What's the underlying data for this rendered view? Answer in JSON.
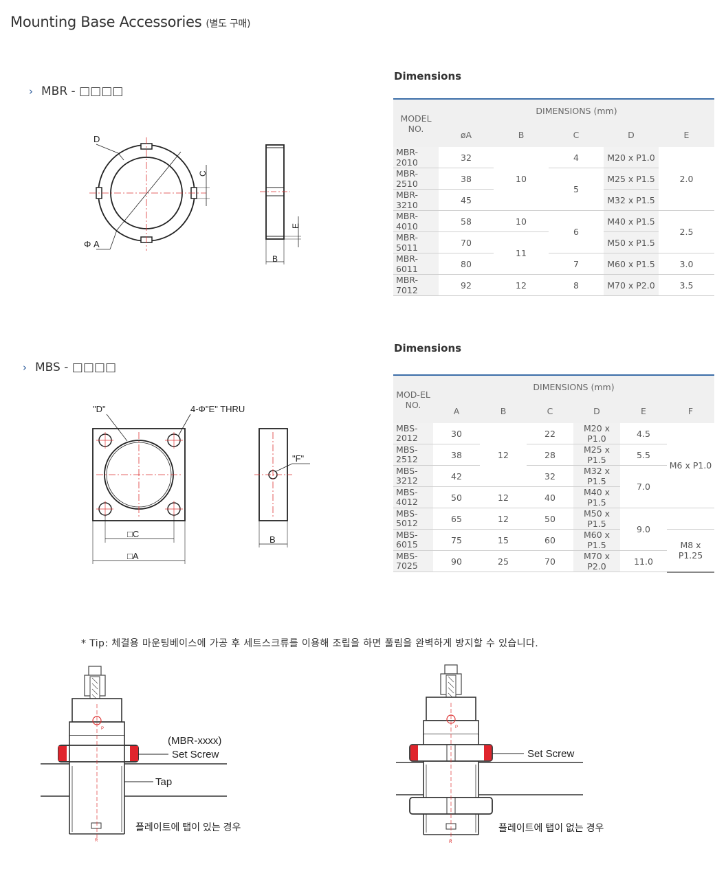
{
  "header": {
    "title": "Mounting Base Accessories",
    "subtitle": "(별도 구매)"
  },
  "mbr": {
    "heading": "MBR - □□□□",
    "dim_label": "Dimensions",
    "drawing": {
      "label_d": "D",
      "label_phi_a": "Φ A",
      "label_c": "C",
      "label_e": "E",
      "label_b": "B"
    },
    "table": {
      "model_header": "MODEL NO.",
      "dims_header": "DIMENSIONS (mm)",
      "columns": [
        "øA",
        "B",
        "C",
        "D",
        "E"
      ],
      "rows": [
        {
          "model": "MBR-2010",
          "a": "32",
          "d": "M20 x P1.0"
        },
        {
          "model": "MBR-2510",
          "a": "38",
          "d": "M25 x P1.5"
        },
        {
          "model": "MBR-3210",
          "a": "45",
          "d": "M32 x P1.5"
        },
        {
          "model": "MBR-4010",
          "a": "58",
          "d": "M40 x P1.5"
        },
        {
          "model": "MBR-5011",
          "a": "70",
          "d": "M50 x P1.5"
        },
        {
          "model": "MBR-6011",
          "a": "80",
          "d": "M60 x P1.5"
        },
        {
          "model": "MBR-7012",
          "a": "92",
          "d": "M70 x P2.0"
        }
      ],
      "b_values": [
        "10",
        "11",
        "12"
      ],
      "c_values": [
        "4",
        "5",
        "6",
        "7",
        "8"
      ],
      "e_values": [
        "2.0",
        "2.5",
        "3.0",
        "3.5"
      ]
    }
  },
  "mbs": {
    "heading": "MBS - □□□□",
    "dim_label": "Dimensions",
    "drawing": {
      "label_d": "\"D\"",
      "label_thru": "4-Φ\"E\" THRU",
      "label_f": "\"F\"",
      "label_c": "□C",
      "label_a": "□A",
      "label_b": "B"
    },
    "table": {
      "model_header": "MOD-EL NO.",
      "dims_header": "DIMENSIONS (mm)",
      "columns": [
        "A",
        "B",
        "C",
        "D",
        "E",
        "F"
      ],
      "rows": [
        {
          "model": "MBS-2012",
          "a": "30",
          "c": "22",
          "d": "M20 x P1.0"
        },
        {
          "model": "MBS-2512",
          "a": "38",
          "c": "28",
          "d": "M25 x P1.5"
        },
        {
          "model": "MBS-3212",
          "a": "42",
          "c": "32",
          "d": "M32 x P1.5"
        },
        {
          "model": "MBS-4012",
          "a": "50",
          "c": "40",
          "d": "M40 x P1.5"
        },
        {
          "model": "MBS-5012",
          "a": "65",
          "c": "50",
          "d": "M50 x P1.5"
        },
        {
          "model": "MBS-6015",
          "a": "75",
          "c": "60",
          "d": "M60 x P1.5"
        },
        {
          "model": "MBS-7025",
          "a": "90",
          "c": "70",
          "d": "M70 x P2.0"
        }
      ],
      "b_values": [
        "12",
        "12",
        "12",
        "15",
        "25"
      ],
      "e_values": [
        "4.5",
        "5.5",
        "7.0",
        "9.0",
        "11.0"
      ],
      "f_values": [
        "M6 x P1.0",
        "M8 x P1.25"
      ]
    }
  },
  "tip": {
    "text": "* Tip: 체결용 마운팅베이스에 가공 후  세트스크류를 이용해 조립을 하면 풀림을 완벽하게 방지할 수 있습니다.",
    "left": {
      "label_model": "(MBR-xxxx)",
      "label_set_screw": "Set Screw",
      "label_tap": "Tap",
      "label_p": "P",
      "label_r": "R",
      "caption": "플레이트에 탭이 있는 경우"
    },
    "right": {
      "label_set_screw": "Set Screw",
      "label_p": "P",
      "label_r": "R",
      "caption": "플레이트에 탭이 없는 경우"
    }
  }
}
